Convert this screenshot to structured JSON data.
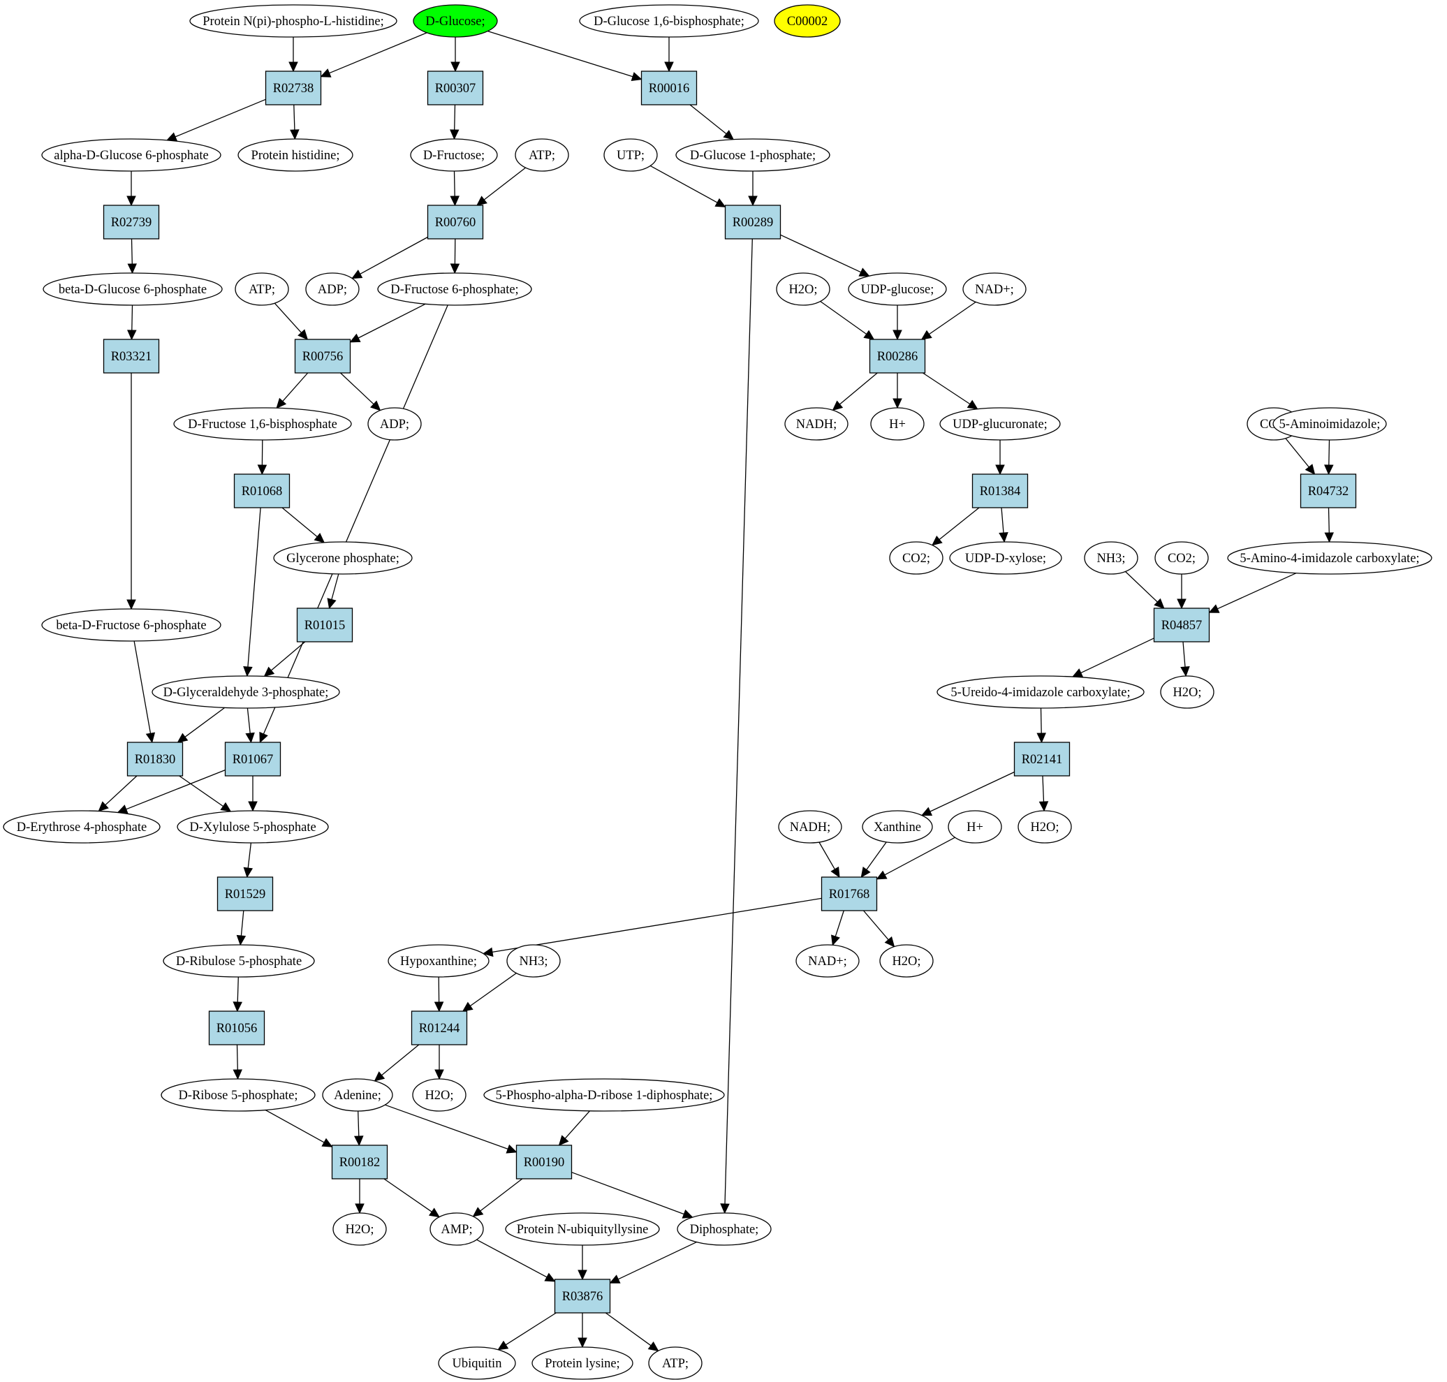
{
  "graph_title": "",
  "colors": {
    "compound_fill": "#ffffff",
    "reaction_fill": "#add8e6",
    "source_compound_fill": "#00ff00",
    "unconnected_compound_fill": "#ffff00",
    "stroke": "#000000"
  },
  "nodes": [
    {
      "id": "c_protpi",
      "type": "compound",
      "label": "Protein N(pi)-phospho-L-histidine;"
    },
    {
      "id": "c_dglucose",
      "type": "compound",
      "label": "D-Glucose;",
      "highlight": "source"
    },
    {
      "id": "c_g16bp",
      "type": "compound",
      "label": "D-Glucose 1,6-bisphosphate;"
    },
    {
      "id": "c_c00002",
      "type": "compound",
      "label": "C00002",
      "highlight": "unconnected"
    },
    {
      "id": "r_R02738",
      "type": "reaction",
      "label": "R02738"
    },
    {
      "id": "r_R00307",
      "type": "reaction",
      "label": "R00307"
    },
    {
      "id": "r_R00016",
      "type": "reaction",
      "label": "R00016"
    },
    {
      "id": "c_ag6p",
      "type": "compound",
      "label": "alpha-D-Glucose 6-phosphate"
    },
    {
      "id": "c_prothis",
      "type": "compound",
      "label": "Protein histidine;"
    },
    {
      "id": "c_dfructose",
      "type": "compound",
      "label": "D-Fructose;"
    },
    {
      "id": "c_atp1",
      "type": "compound",
      "label": "ATP;"
    },
    {
      "id": "c_utp",
      "type": "compound",
      "label": "UTP;"
    },
    {
      "id": "c_g1p",
      "type": "compound",
      "label": "D-Glucose 1-phosphate;"
    },
    {
      "id": "r_R02739",
      "type": "reaction",
      "label": "R02739"
    },
    {
      "id": "r_R00760",
      "type": "reaction",
      "label": "R00760"
    },
    {
      "id": "r_R00289",
      "type": "reaction",
      "label": "R00289"
    },
    {
      "id": "c_bg6p",
      "type": "compound",
      "label": "beta-D-Glucose 6-phosphate"
    },
    {
      "id": "c_atp2",
      "type": "compound",
      "label": "ATP;"
    },
    {
      "id": "c_adp1",
      "type": "compound",
      "label": "ADP;"
    },
    {
      "id": "c_f6p",
      "type": "compound",
      "label": "D-Fructose 6-phosphate;"
    },
    {
      "id": "c_h2o1",
      "type": "compound",
      "label": "H2O;"
    },
    {
      "id": "c_udpglc",
      "type": "compound",
      "label": "UDP-glucose;"
    },
    {
      "id": "c_nadp1",
      "type": "compound",
      "label": "NAD+;"
    },
    {
      "id": "r_R03321",
      "type": "reaction",
      "label": "R03321"
    },
    {
      "id": "r_R00756",
      "type": "reaction",
      "label": "R00756"
    },
    {
      "id": "r_R00286",
      "type": "reaction",
      "label": "R00286"
    },
    {
      "id": "c_fbp",
      "type": "compound",
      "label": "D-Fructose 1,6-bisphosphate"
    },
    {
      "id": "c_adp2",
      "type": "compound",
      "label": "ADP;"
    },
    {
      "id": "c_nadh1",
      "type": "compound",
      "label": "NADH;"
    },
    {
      "id": "c_hp1",
      "type": "compound",
      "label": "H+"
    },
    {
      "id": "c_udpgluc",
      "type": "compound",
      "label": "UDP-glucuronate;"
    },
    {
      "id": "c_co2a",
      "type": "compound",
      "label": "CO2;"
    },
    {
      "id": "c_5aim",
      "type": "compound",
      "label": "5-Aminoimidazole;"
    },
    {
      "id": "r_R01068",
      "type": "reaction",
      "label": "R01068"
    },
    {
      "id": "r_R01384",
      "type": "reaction",
      "label": "R01384"
    },
    {
      "id": "r_R04732",
      "type": "reaction",
      "label": "R04732"
    },
    {
      "id": "c_glyp",
      "type": "compound",
      "label": "Glycerone phosphate;"
    },
    {
      "id": "c_co2b",
      "type": "compound",
      "label": "CO2;"
    },
    {
      "id": "c_udpxyl",
      "type": "compound",
      "label": "UDP-D-xylose;"
    },
    {
      "id": "c_nh3a",
      "type": "compound",
      "label": "NH3;"
    },
    {
      "id": "c_co2c",
      "type": "compound",
      "label": "CO2;"
    },
    {
      "id": "c_5a4ic",
      "type": "compound",
      "label": "5-Amino-4-imidazole carboxylate;"
    },
    {
      "id": "r_R01015",
      "type": "reaction",
      "label": "R01015"
    },
    {
      "id": "r_R04857",
      "type": "reaction",
      "label": "R04857"
    },
    {
      "id": "c_bf6p",
      "type": "compound",
      "label": "beta-D-Fructose 6-phosphate"
    },
    {
      "id": "c_g3p",
      "type": "compound",
      "label": "D-Glyceraldehyde 3-phosphate;"
    },
    {
      "id": "c_5u4ic",
      "type": "compound",
      "label": "5-Ureido-4-imidazole carboxylate;"
    },
    {
      "id": "c_h2o2",
      "type": "compound",
      "label": "H2O;"
    },
    {
      "id": "r_R01830",
      "type": "reaction",
      "label": "R01830"
    },
    {
      "id": "r_R01067",
      "type": "reaction",
      "label": "R01067"
    },
    {
      "id": "r_R02141",
      "type": "reaction",
      "label": "R02141"
    },
    {
      "id": "c_e4p",
      "type": "compound",
      "label": "D-Erythrose 4-phosphate"
    },
    {
      "id": "c_x5p",
      "type": "compound",
      "label": "D-Xylulose 5-phosphate"
    },
    {
      "id": "c_nadh2",
      "type": "compound",
      "label": "NADH;"
    },
    {
      "id": "c_xan",
      "type": "compound",
      "label": "Xanthine"
    },
    {
      "id": "c_hp2",
      "type": "compound",
      "label": "H+"
    },
    {
      "id": "c_h2o3",
      "type": "compound",
      "label": "H2O;"
    },
    {
      "id": "r_R01529",
      "type": "reaction",
      "label": "R01529"
    },
    {
      "id": "r_R01768",
      "type": "reaction",
      "label": "R01768"
    },
    {
      "id": "c_ru5p",
      "type": "compound",
      "label": "D-Ribulose 5-phosphate"
    },
    {
      "id": "c_hypox",
      "type": "compound",
      "label": "Hypoxanthine;"
    },
    {
      "id": "c_nh3b",
      "type": "compound",
      "label": "NH3;"
    },
    {
      "id": "c_nadp2",
      "type": "compound",
      "label": "NAD+;"
    },
    {
      "id": "c_h2o4",
      "type": "compound",
      "label": "H2O;"
    },
    {
      "id": "r_R01056",
      "type": "reaction",
      "label": "R01056"
    },
    {
      "id": "r_R01244",
      "type": "reaction",
      "label": "R01244"
    },
    {
      "id": "c_r5p",
      "type": "compound",
      "label": "D-Ribose 5-phosphate;"
    },
    {
      "id": "c_adenine",
      "type": "compound",
      "label": "Adenine;"
    },
    {
      "id": "c_h2o5",
      "type": "compound",
      "label": "H2O;"
    },
    {
      "id": "c_prpp",
      "type": "compound",
      "label": "5-Phospho-alpha-D-ribose 1-diphosphate;"
    },
    {
      "id": "r_R00182",
      "type": "reaction",
      "label": "R00182"
    },
    {
      "id": "r_R00190",
      "type": "reaction",
      "label": "R00190"
    },
    {
      "id": "c_h2o6",
      "type": "compound",
      "label": "H2O;"
    },
    {
      "id": "c_amp",
      "type": "compound",
      "label": "AMP;"
    },
    {
      "id": "c_protub",
      "type": "compound",
      "label": "Protein N-ubiquityllysine"
    },
    {
      "id": "c_ppi",
      "type": "compound",
      "label": "Diphosphate;"
    },
    {
      "id": "r_R03876",
      "type": "reaction",
      "label": "R03876"
    },
    {
      "id": "c_ubiq",
      "type": "compound",
      "label": "Ubiquitin"
    },
    {
      "id": "c_protlys",
      "type": "compound",
      "label": "Protein lysine;"
    },
    {
      "id": "c_atp3",
      "type": "compound",
      "label": "ATP;"
    }
  ],
  "edges": [
    [
      "c_protpi",
      "r_R02738"
    ],
    [
      "c_dglucose",
      "r_R02738"
    ],
    [
      "c_dglucose",
      "r_R00307"
    ],
    [
      "c_dglucose",
      "r_R00016"
    ],
    [
      "c_g16bp",
      "r_R00016"
    ],
    [
      "r_R02738",
      "c_ag6p"
    ],
    [
      "r_R02738",
      "c_prothis"
    ],
    [
      "r_R00307",
      "c_dfructose"
    ],
    [
      "r_R00016",
      "c_g1p"
    ],
    [
      "c_ag6p",
      "r_R02739"
    ],
    [
      "c_dfructose",
      "r_R00760"
    ],
    [
      "c_atp1",
      "r_R00760"
    ],
    [
      "c_utp",
      "r_R00289"
    ],
    [
      "c_g1p",
      "r_R00289"
    ],
    [
      "r_R02739",
      "c_bg6p"
    ],
    [
      "r_R00760",
      "c_adp1"
    ],
    [
      "r_R00760",
      "c_f6p"
    ],
    [
      "r_R00289",
      "c_udpglc"
    ],
    [
      "r_R00289",
      "c_ppi"
    ],
    [
      "c_bg6p",
      "r_R03321"
    ],
    [
      "c_atp2",
      "r_R00756"
    ],
    [
      "c_f6p",
      "r_R00756"
    ],
    [
      "c_f6p",
      "r_R01067"
    ],
    [
      "c_h2o1",
      "r_R00286"
    ],
    [
      "c_udpglc",
      "r_R00286"
    ],
    [
      "c_nadp1",
      "r_R00286"
    ],
    [
      "r_R03321",
      "c_bf6p"
    ],
    [
      "r_R00756",
      "c_fbp"
    ],
    [
      "r_R00756",
      "c_adp2"
    ],
    [
      "r_R00286",
      "c_nadh1"
    ],
    [
      "r_R00286",
      "c_hp1"
    ],
    [
      "r_R00286",
      "c_udpgluc"
    ],
    [
      "c_co2a",
      "r_R04732"
    ],
    [
      "c_5aim",
      "r_R04732"
    ],
    [
      "c_fbp",
      "r_R01068"
    ],
    [
      "c_udpgluc",
      "r_R01384"
    ],
    [
      "r_R01068",
      "c_glyp"
    ],
    [
      "r_R01068",
      "c_g3p"
    ],
    [
      "r_R01384",
      "c_co2b"
    ],
    [
      "r_R01384",
      "c_udpxyl"
    ],
    [
      "r_R04732",
      "c_5a4ic"
    ],
    [
      "c_glyp",
      "r_R01015"
    ],
    [
      "c_nh3a",
      "r_R04857"
    ],
    [
      "c_co2c",
      "r_R04857"
    ],
    [
      "c_5a4ic",
      "r_R04857"
    ],
    [
      "r_R01015",
      "c_g3p"
    ],
    [
      "r_R04857",
      "c_5u4ic"
    ],
    [
      "r_R04857",
      "c_h2o2"
    ],
    [
      "c_bf6p",
      "r_R01830"
    ],
    [
      "c_g3p",
      "r_R01830"
    ],
    [
      "c_g3p",
      "r_R01067"
    ],
    [
      "c_5u4ic",
      "r_R02141"
    ],
    [
      "r_R01830",
      "c_e4p"
    ],
    [
      "r_R01830",
      "c_x5p"
    ],
    [
      "r_R01067",
      "c_e4p"
    ],
    [
      "r_R01067",
      "c_x5p"
    ],
    [
      "r_R02141",
      "c_xan"
    ],
    [
      "r_R02141",
      "c_h2o3"
    ],
    [
      "c_x5p",
      "r_R01529"
    ],
    [
      "c_nadh2",
      "r_R01768"
    ],
    [
      "c_xan",
      "r_R01768"
    ],
    [
      "c_hp2",
      "r_R01768"
    ],
    [
      "r_R01529",
      "c_ru5p"
    ],
    [
      "r_R01768",
      "c_hypox"
    ],
    [
      "r_R01768",
      "c_nadp2"
    ],
    [
      "r_R01768",
      "c_h2o4"
    ],
    [
      "c_ru5p",
      "r_R01056"
    ],
    [
      "c_hypox",
      "r_R01244"
    ],
    [
      "c_nh3b",
      "r_R01244"
    ],
    [
      "r_R01056",
      "c_r5p"
    ],
    [
      "r_R01244",
      "c_adenine"
    ],
    [
      "r_R01244",
      "c_h2o5"
    ],
    [
      "c_r5p",
      "r_R00182"
    ],
    [
      "c_adenine",
      "r_R00182"
    ],
    [
      "c_adenine",
      "r_R00190"
    ],
    [
      "c_prpp",
      "r_R00190"
    ],
    [
      "r_R00182",
      "c_h2o6"
    ],
    [
      "r_R00182",
      "c_amp"
    ],
    [
      "r_R00190",
      "c_amp"
    ],
    [
      "r_R00190",
      "c_ppi"
    ],
    [
      "c_amp",
      "r_R03876"
    ],
    [
      "c_protub",
      "r_R03876"
    ],
    [
      "c_ppi",
      "r_R03876"
    ],
    [
      "r_R03876",
      "c_ubiq"
    ],
    [
      "r_R03876",
      "c_protlys"
    ],
    [
      "r_R03876",
      "c_atp3"
    ]
  ]
}
